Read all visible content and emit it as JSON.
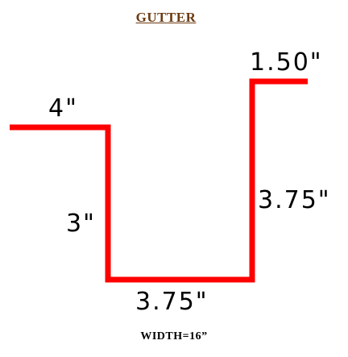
{
  "title": "GUTTER",
  "colors": {
    "title": "#6b3a10",
    "profile_line": "#ff0000",
    "text": "#000000",
    "background": "#ffffff"
  },
  "dimensions": {
    "left_flange": "4\"",
    "left_wall": "3\"",
    "bottom": "3.75\"",
    "right_wall": "3.75\"",
    "right_flange": "1.50\""
  },
  "footer": "WIDTH=16”"
}
